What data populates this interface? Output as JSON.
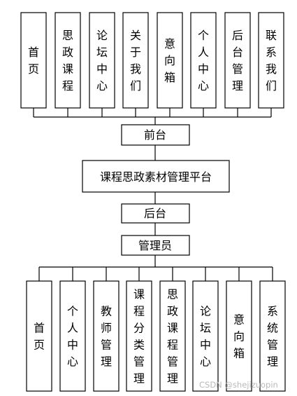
{
  "front_modules": [
    "首页",
    "思政课程",
    "论坛中心",
    "关于我们",
    "意向箱",
    "个人中心",
    "后台管理",
    "联系我们"
  ],
  "front_label": "前台",
  "platform_label": "课程思政素材管理平台",
  "back_label": "后台",
  "admin_label": "管理员",
  "admin_modules": [
    "首页",
    "个人中心",
    "教师管理",
    "课程分类管理",
    "思政课程管理",
    "论坛中心",
    "意向箱",
    "系统管理"
  ],
  "watermark": "CSDN @shejizuopin"
}
